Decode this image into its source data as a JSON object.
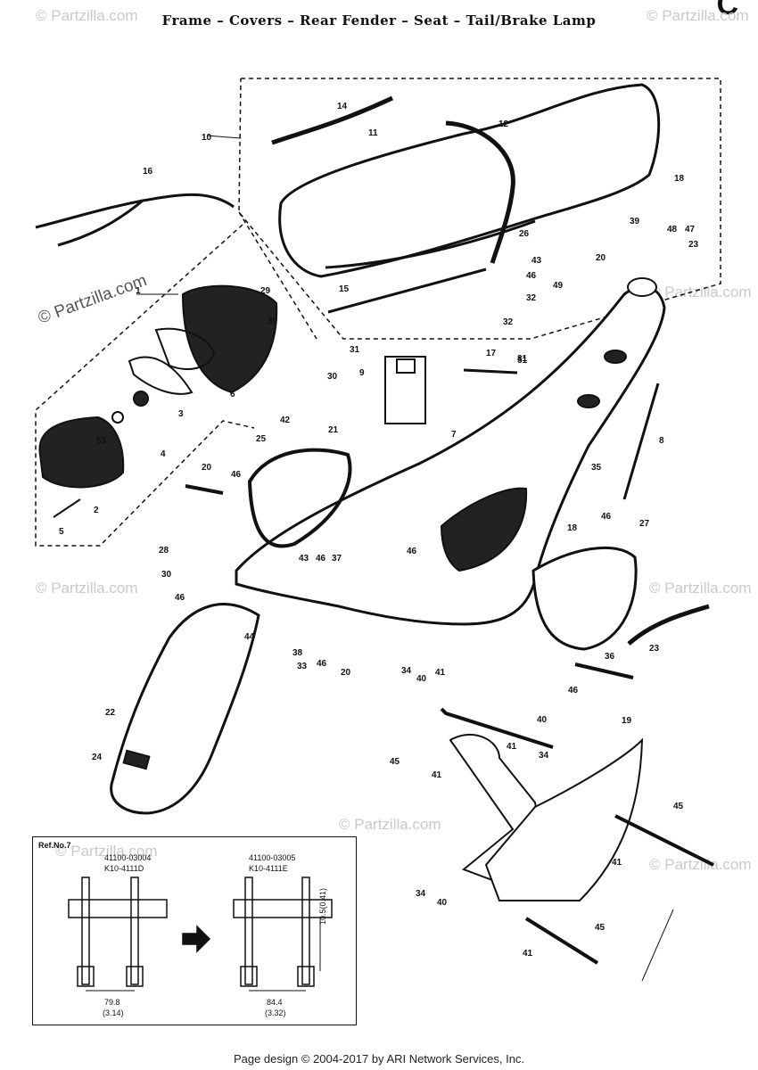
{
  "header": {
    "title": "Frame – Covers – Rear Fender – Seat – Tail/Brake Lamp",
    "corner_letter": "C"
  },
  "watermarks": {
    "rotated": "© Partzilla.com",
    "faint": "© Partzilla.com"
  },
  "callouts": {
    "c1": "1",
    "c2": "2",
    "c3": "3",
    "c4": "4",
    "c5": "5",
    "c6": "6",
    "c7": "7",
    "c8": "8",
    "c9": "9",
    "c10": "10",
    "c11": "11",
    "c12": "12",
    "c14": "14",
    "c15": "15",
    "c16": "16",
    "c17": "17",
    "c18": "18",
    "c19": "19",
    "c20": "20",
    "c21": "21",
    "c22": "22",
    "c23": "23",
    "c24": "24",
    "c25": "25",
    "c26": "26",
    "c27": "27",
    "c28": "28",
    "c29": "29",
    "c30": "30",
    "c31": "31",
    "c32": "32",
    "c33": "33",
    "c34": "34",
    "c35": "35",
    "c36": "36",
    "c37": "37",
    "c38": "38",
    "c39": "39",
    "c40": "40",
    "c41": "41",
    "c42": "42",
    "c43": "43",
    "c44": "44",
    "c45": "45",
    "c46": "46",
    "c47": "47",
    "c48": "48",
    "c49": "49",
    "c51": "51",
    "c53": "53"
  },
  "inset": {
    "ref": "Ref.No.7",
    "left_part": "41100-03004",
    "left_code": "K10-4111D",
    "right_part": "41100-03005",
    "right_code": "K10-4111E",
    "left_dim": "79.8",
    "left_dim_in": "(3.14)",
    "right_dim": "84.4",
    "right_dim_in": "(3.32)",
    "offset_dim": "10.5(0.41)"
  },
  "footer": {
    "text": "Page design © 2004-2017 by ARI Network Services, Inc."
  }
}
